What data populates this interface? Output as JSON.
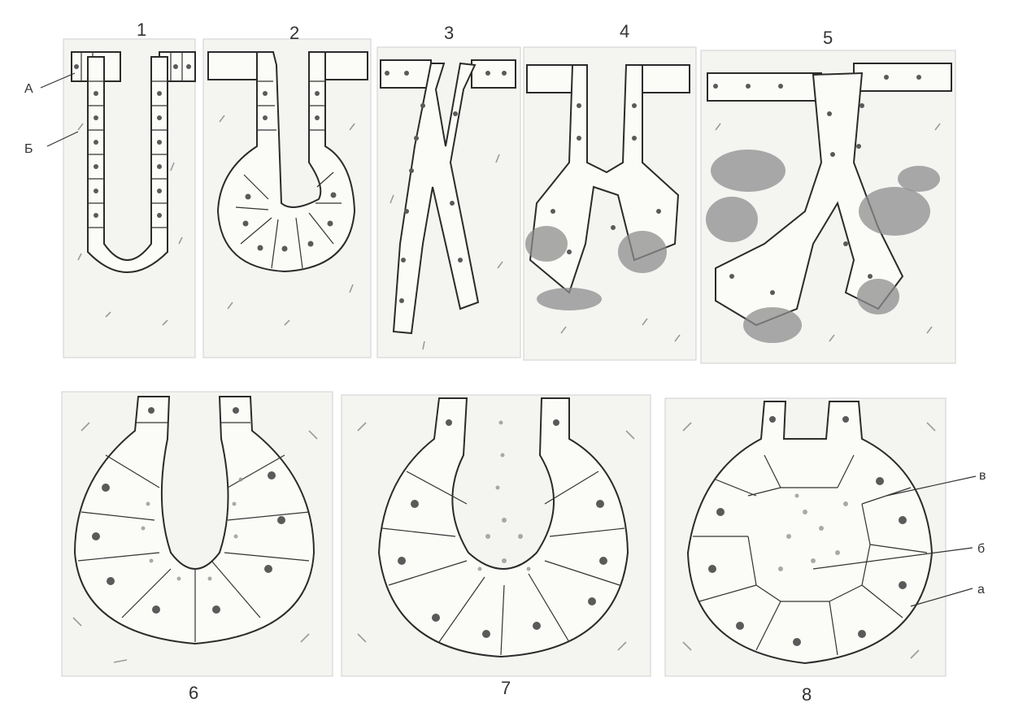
{
  "figure": {
    "top_labels": [
      "1",
      "2",
      "3",
      "4",
      "5"
    ],
    "bottom_labels": [
      "6",
      "7",
      "8"
    ],
    "left_labels": [
      "A",
      "Б"
    ],
    "right_labels": [
      "в",
      "б",
      "а"
    ]
  }
}
